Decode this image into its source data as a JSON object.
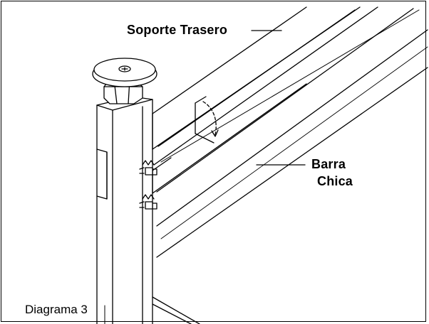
{
  "diagram": {
    "labels": {
      "rear_support": "Soporte Trasero",
      "small_bar_line1": "Barra",
      "small_bar_line2": "Chica",
      "caption": "Diagrama 3"
    },
    "colors": {
      "ink": "#000000",
      "paper": "#ffffff",
      "shade": "#dcdcdc"
    }
  }
}
